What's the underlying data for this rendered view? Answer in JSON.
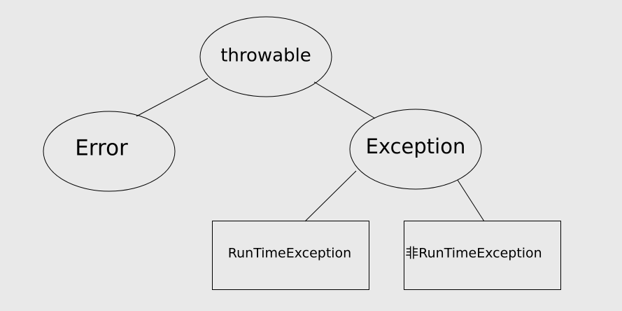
{
  "nodes": {
    "throwable": "throwable",
    "error": "Error",
    "exception": "Exception",
    "runtime_exception": "RunTimeException",
    "non_runtime_exception": "非RunTimeException"
  },
  "colors": {
    "background": "#e9e9e9",
    "stroke": "#000000",
    "text": "#000000"
  }
}
